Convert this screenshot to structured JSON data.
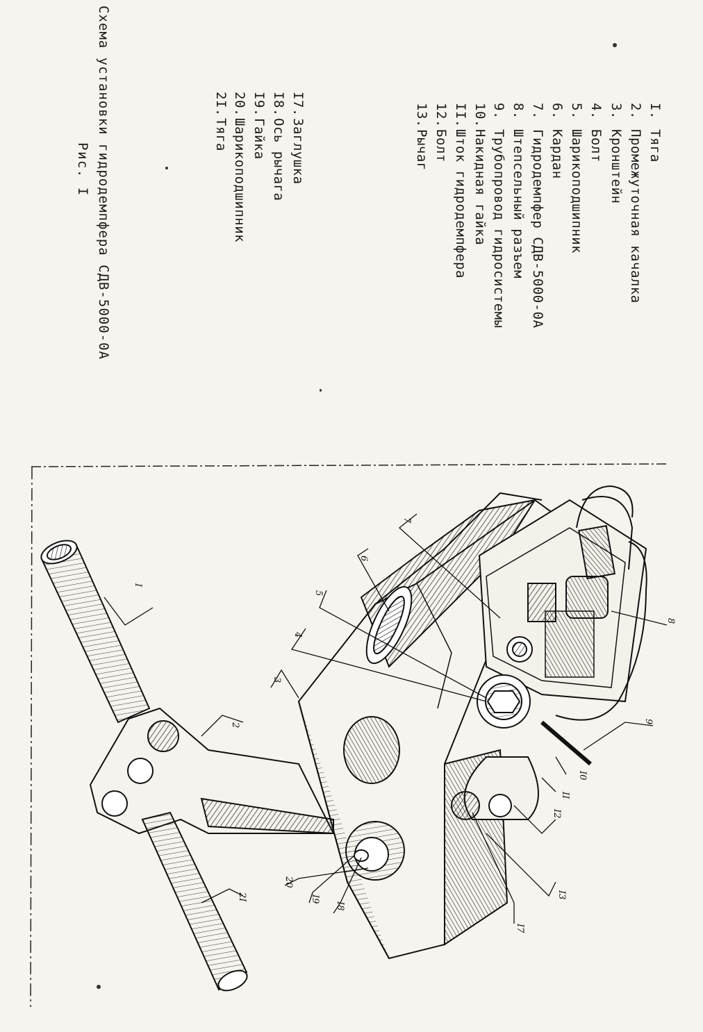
{
  "legend": [
    {
      "num": "I.",
      "text": "Тяга"
    },
    {
      "num": "2.",
      "text": "Промежуточная качалка"
    },
    {
      "num": "3.",
      "text": "Кронштейн"
    },
    {
      "num": "4.",
      "text": "Болт"
    },
    {
      "num": "5.",
      "text": "Шарикоподшипник"
    },
    {
      "num": "6.",
      "text": "Кардан"
    },
    {
      "num": "7.",
      "text": "Гидродемпфер СДВ-5000-0А"
    },
    {
      "num": "8.",
      "text": "Штепсельный разъем"
    },
    {
      "num": "9.",
      "text": "Трубопровод гидросистемы"
    },
    {
      "num": "10.",
      "text": "Накидная гайка"
    },
    {
      "num": "II.",
      "text": "Шток гидродемпфера"
    },
    {
      "num": "12.",
      "text": "Болт"
    },
    {
      "num": "13.",
      "text": "Рычаг"
    },
    {
      "num": "I7.",
      "text": "Заглушка"
    },
    {
      "num": "I8.",
      "text": "Ось рычага"
    },
    {
      "num": "I9.",
      "text": "Гайка"
    },
    {
      "num": "20.",
      "text": "Шарикоподшипник"
    },
    {
      "num": "2I.",
      "text": "Тяга"
    }
  ],
  "caption": "Схема установки гидродемпфера СДВ-5000-0А",
  "figure_label": "Рис. I",
  "callouts": [
    "I",
    "2",
    "3",
    "4",
    "5",
    "6",
    "7",
    "8",
    "9",
    "I0",
    "II",
    "I2",
    "I3",
    "I7",
    "I8",
    "I9",
    "20",
    "2I"
  ]
}
